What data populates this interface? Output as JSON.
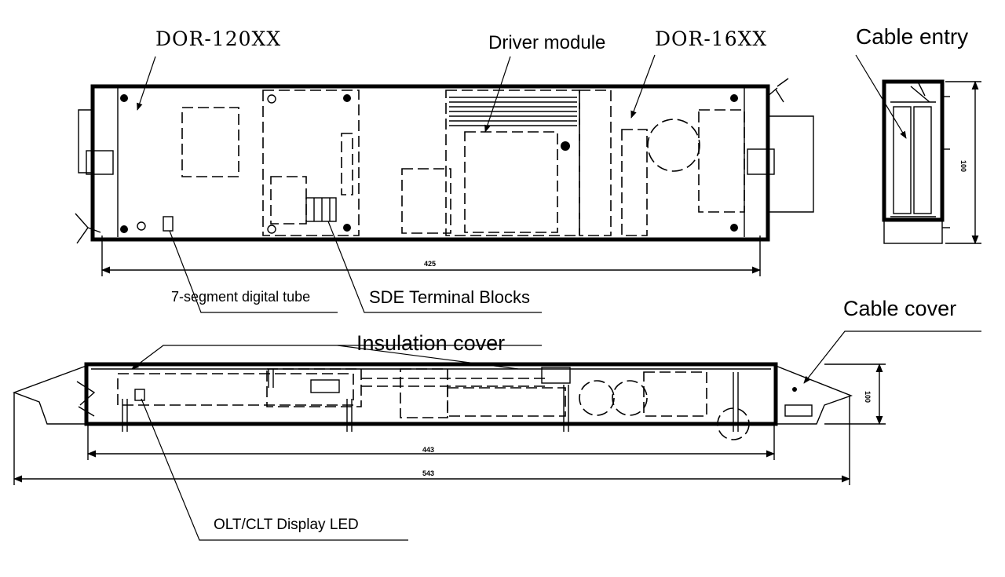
{
  "labels": {
    "dor_120xx": "DOR-120XX",
    "driver_module": "Driver module",
    "dor_16xx": "DOR-16XX",
    "cable_entry": "Cable entry",
    "segment_tube": "7-segment digital tube",
    "sde_terminal": "SDE Terminal Blocks",
    "cable_cover": "Cable cover",
    "insulation_cover": "Insulation cover",
    "olt_clt_led": "OLT/CLT Display LED"
  },
  "dimensions": {
    "top_width": "425",
    "side_height": "100",
    "bottom_inner": "443",
    "bottom_total": "543",
    "bottom_height": "100"
  }
}
